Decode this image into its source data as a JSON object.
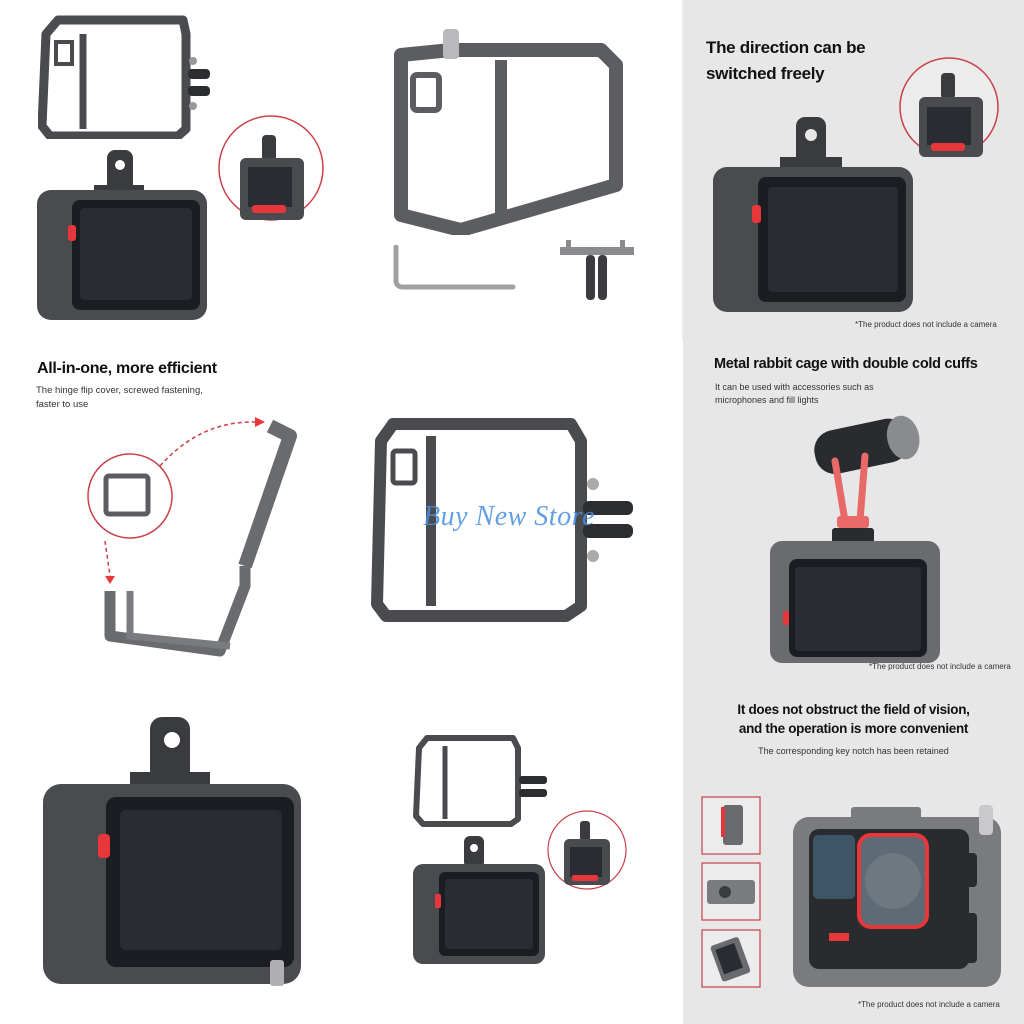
{
  "tiles": {
    "t1": {
      "description": "Cage with side GoPro mount and caged camera with top mount, inset detail circle"
    },
    "t2": {
      "description": "Empty cage with thumbscrew, hex key and mount adapter"
    },
    "t3": {
      "headline_line1": "The direction can be",
      "headline_line2": "switched freely",
      "note": "*The product does not include a camera"
    },
    "t4": {
      "headline": "All-in-one, more efficient",
      "sub_line1": "The hinge flip cover, screwed fastening,",
      "sub_line2": "faster to use"
    },
    "t5": {
      "description": "Cage with side mount"
    },
    "t6": {
      "headline": "Metal rabbit cage with double cold cuffs",
      "sub_line1": "It can be used with accessories such as",
      "sub_line2": "microphones and fill lights",
      "note": "*The product does not include a camera"
    },
    "t7": {
      "description": "Caged camera with top mount, large view"
    },
    "t8": {
      "description": "Cage and caged camera small view with inset circle"
    },
    "t9": {
      "headline_line1": "It does not obstruct the field of vision,",
      "headline_line2": "and the operation is more convenient",
      "sub": "The corresponding key notch has been retained",
      "note": "*The product does not include a camera"
    }
  },
  "watermark": "Buy New Store",
  "colors": {
    "accent_red": "#e8373b",
    "inset_ring": "#c9404a",
    "cage_metal": "#5c5d61",
    "cage_dark": "#3a3b3e",
    "screen": "#2a2c33",
    "panel_gray": "#e7e7e7",
    "watermark_blue": "#4a8fe0"
  }
}
